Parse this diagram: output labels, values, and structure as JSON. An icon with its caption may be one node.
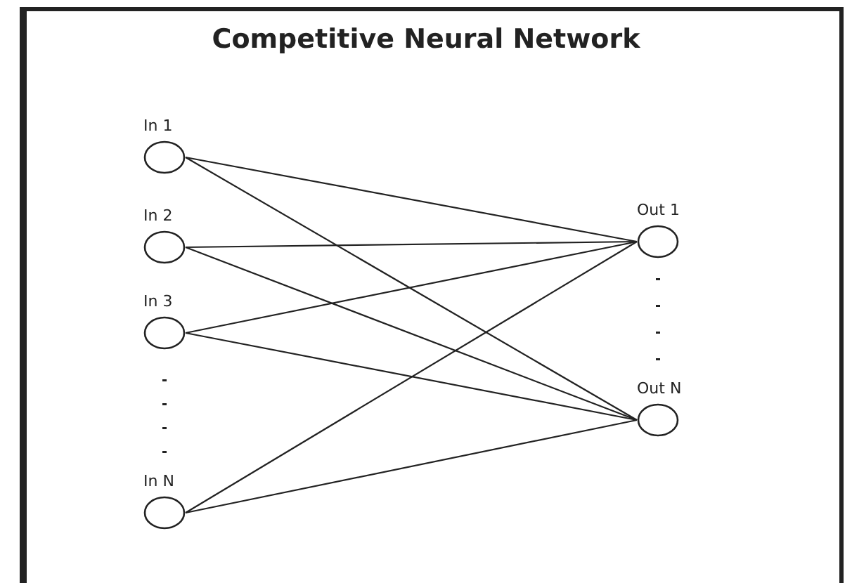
{
  "diagram": {
    "title": "Competitive Neural Network",
    "nodes": [
      {
        "text": [
          "In 1"
        ]
      },
      {
        "text": [
          "In 2"
        ]
      },
      {
        "text": [
          "In 3"
        ]
      },
      {
        "text": [
          "In N"
        ]
      },
      {
        "text": [
          "Out 1"
        ]
      },
      {
        "text": [
          "Out N"
        ]
      }
    ],
    "edges": [
      {
        "from": 0,
        "to": 4,
        "arrow": "none"
      },
      {
        "from": 0,
        "to": 5,
        "arrow": "none"
      },
      {
        "from": 1,
        "to": 4,
        "arrow": "none"
      },
      {
        "from": 1,
        "to": 5,
        "arrow": "none"
      },
      {
        "from": 2,
        "to": 4,
        "arrow": "none"
      },
      {
        "from": 2,
        "to": 5,
        "arrow": "none"
      },
      {
        "from": 3,
        "to": 4,
        "arrow": "none"
      },
      {
        "from": 3,
        "to": 5,
        "arrow": "none"
      }
    ]
  }
}
